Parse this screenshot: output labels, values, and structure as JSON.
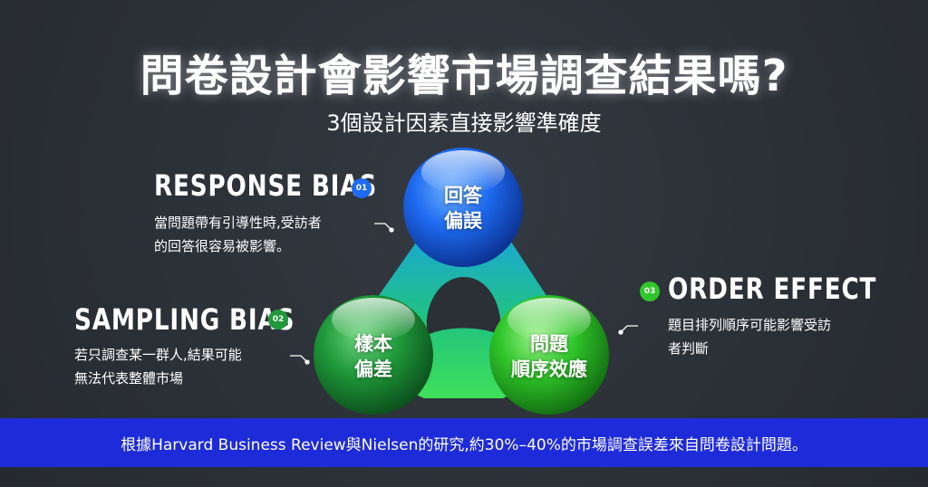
{
  "title": "問卷設計會影響市場調查結果嗎?",
  "subtitle": "3個設計因素直接影響準確度",
  "factors": [
    {
      "number": "01",
      "heading": "RESPONSE BIAS",
      "desc_line1": "當問題帶有引導性時,受訪者",
      "desc_line2": "的回答很容易被影響。",
      "ball_line1": "回答",
      "ball_line2": "偏誤",
      "color": "#1e6bf0"
    },
    {
      "number": "02",
      "heading": "SAMPLING BIAS",
      "desc_line1": "若只調查某一群人,結果可能",
      "desc_line2": "無法代表整體市場",
      "ball_line1": "樣本",
      "ball_line2": "偏差",
      "color": "#1f9a3a"
    },
    {
      "number": "03",
      "heading": "ORDER EFFECT",
      "desc_line1": "題目排列順序可能影響受訪",
      "desc_line2": "者判斷",
      "ball_line1": "問題",
      "ball_line2": "順序效應",
      "color": "#2fc62a"
    }
  ],
  "footer": "根據Harvard Business Review與Nielsen的研究,約30%–40%的市場調查誤差來自問卷設計問題。",
  "colors": {
    "background": "#2b2f36",
    "footer_bar": "#1e2bd9",
    "blue": "#1e6bf0",
    "green_dark": "#1f9a3a",
    "green_light": "#2fc62a"
  }
}
